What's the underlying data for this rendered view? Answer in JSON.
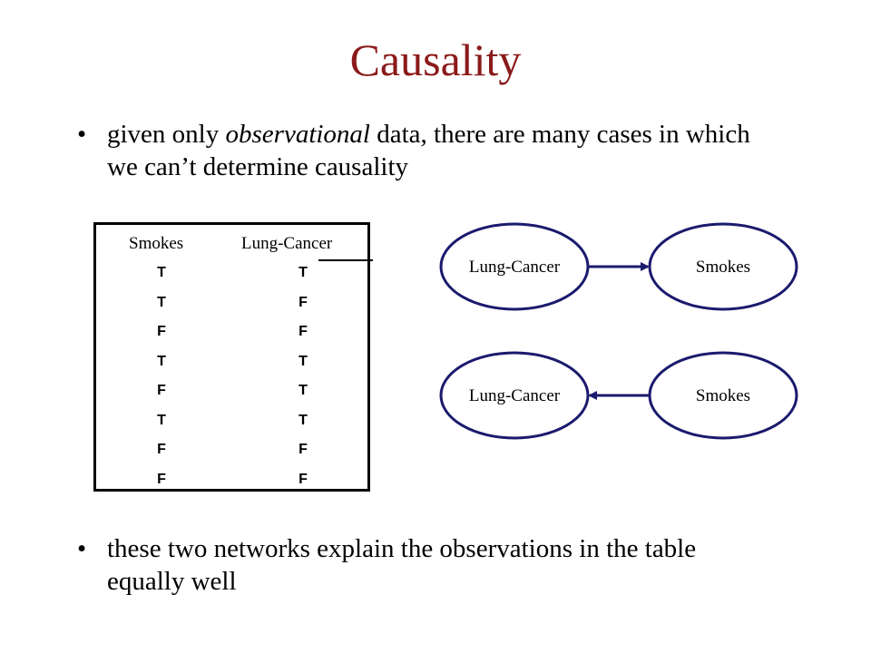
{
  "slide": {
    "title": "Causality",
    "bullets": [
      {
        "pre": "given only ",
        "em": "observational",
        "post": " data, there are many cases in which we can’t determine causality"
      },
      {
        "pre": "these two networks explain the observations in the table equally well",
        "em": "",
        "post": ""
      }
    ],
    "bullet_glyph": "•"
  },
  "table": {
    "headers": [
      "Smokes",
      "Lung-Cancer"
    ],
    "rows": [
      [
        "T",
        "T"
      ],
      [
        "T",
        "F"
      ],
      [
        "F",
        "F"
      ],
      [
        "T",
        "T"
      ],
      [
        "F",
        "T"
      ],
      [
        "T",
        "T"
      ],
      [
        "F",
        "F"
      ],
      [
        "F",
        "F"
      ]
    ]
  },
  "networks": [
    {
      "left": "Lung-Cancer",
      "right": "Smokes",
      "direction": "left-to-right"
    },
    {
      "left": "Lung-Cancer",
      "right": "Smokes",
      "direction": "right-to-left"
    }
  ],
  "colors": {
    "title": "#8b1a1a",
    "edge": "#1a1a6e"
  }
}
